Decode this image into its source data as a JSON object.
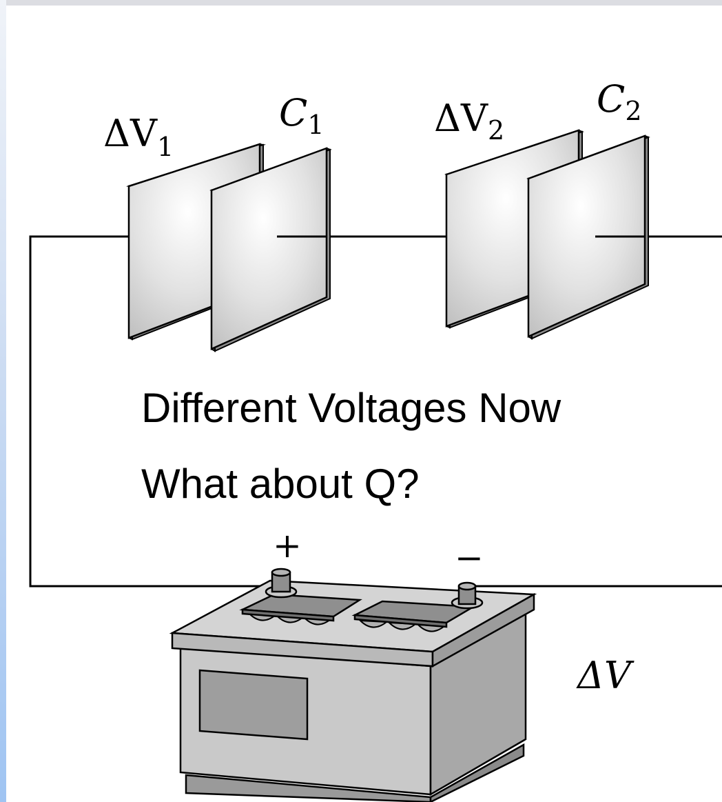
{
  "capacitor_1": {
    "voltage_symbol": "ΔV",
    "voltage_subscript": "1",
    "cap_symbol": "C",
    "cap_subscript": "1"
  },
  "capacitor_2": {
    "voltage_symbol": "ΔV",
    "voltage_subscript": "2",
    "cap_symbol": "C",
    "cap_subscript": "2"
  },
  "battery": {
    "plus_sign": "+",
    "minus_sign": "−",
    "voltage_label": "ΔV"
  },
  "caption": {
    "line1": "Different Voltages Now",
    "line2": "What about Q?"
  },
  "colors": {
    "left_edge_gradient_top": "#e8eef8",
    "left_edge_gradient_bottom": "#9fc4f2",
    "top_band": "#dcdde2"
  }
}
